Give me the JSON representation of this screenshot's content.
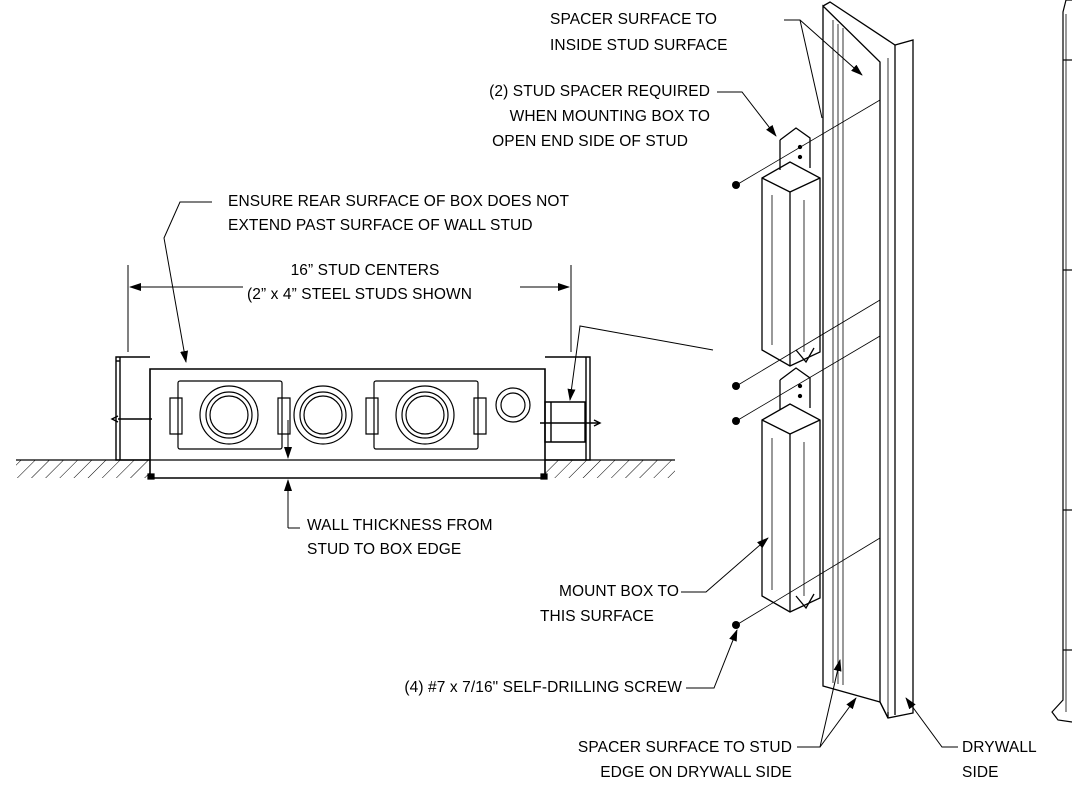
{
  "labels": {
    "spacer_inside": [
      "SPACER SURFACE TO",
      "INSIDE STUD SURFACE"
    ],
    "stud_spacer_required": [
      "(2) STUD SPACER REQUIRED",
      "WHEN MOUNTING BOX TO",
      "OPEN END SIDE OF STUD"
    ],
    "ensure_rear": [
      "ENSURE REAR SURFACE OF BOX DOES NOT",
      "EXTEND PAST SURFACE OF WALL STUD"
    ],
    "stud_centers": [
      "16” STUD CENTERS",
      "(2” x 4” STEEL STUDS SHOWN"
    ],
    "wall_thickness": [
      "WALL THICKNESS FROM",
      "STUD TO BOX EDGE"
    ],
    "mount_box": [
      "MOUNT BOX TO",
      "THIS SURFACE"
    ],
    "screw": "(4) #7 x 7/16\" SELF-DRILLING SCREW",
    "spacer_drywall": [
      "SPACER SURFACE TO STUD",
      "EDGE ON DRYWALL SIDE"
    ],
    "drywall_side": [
      "DRYWALL",
      "SIDE"
    ]
  },
  "colors": {
    "line": "#000000",
    "background": "#ffffff"
  }
}
